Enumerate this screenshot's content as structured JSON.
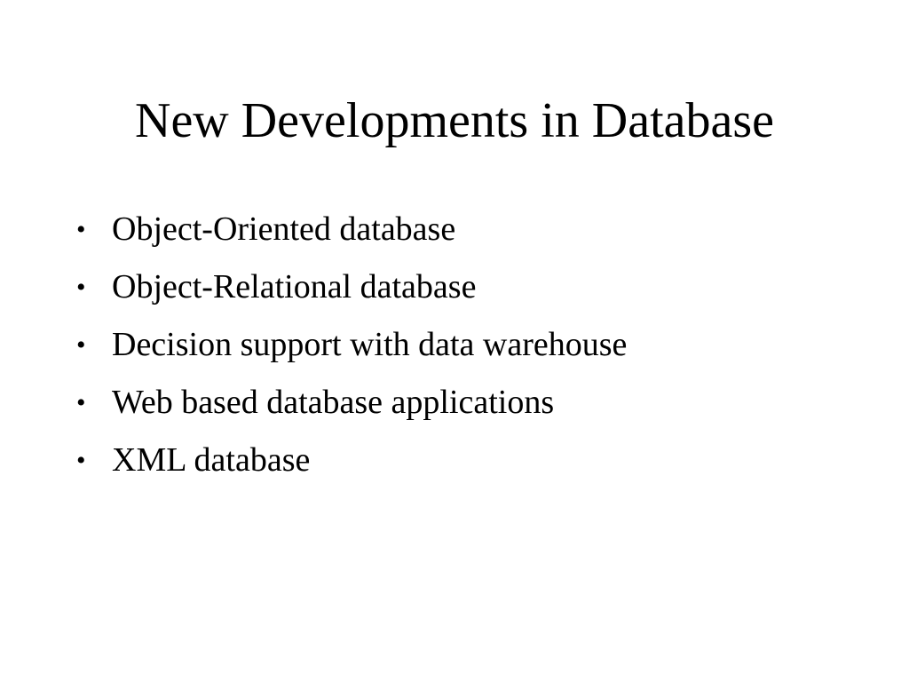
{
  "slide": {
    "title": "New Developments in Database",
    "bullet_glyph": "•",
    "bullets": [
      "Object-Oriented database",
      "Object-Relational database",
      "Decision support with data warehouse",
      "Web based database applications",
      "XML database"
    ]
  }
}
